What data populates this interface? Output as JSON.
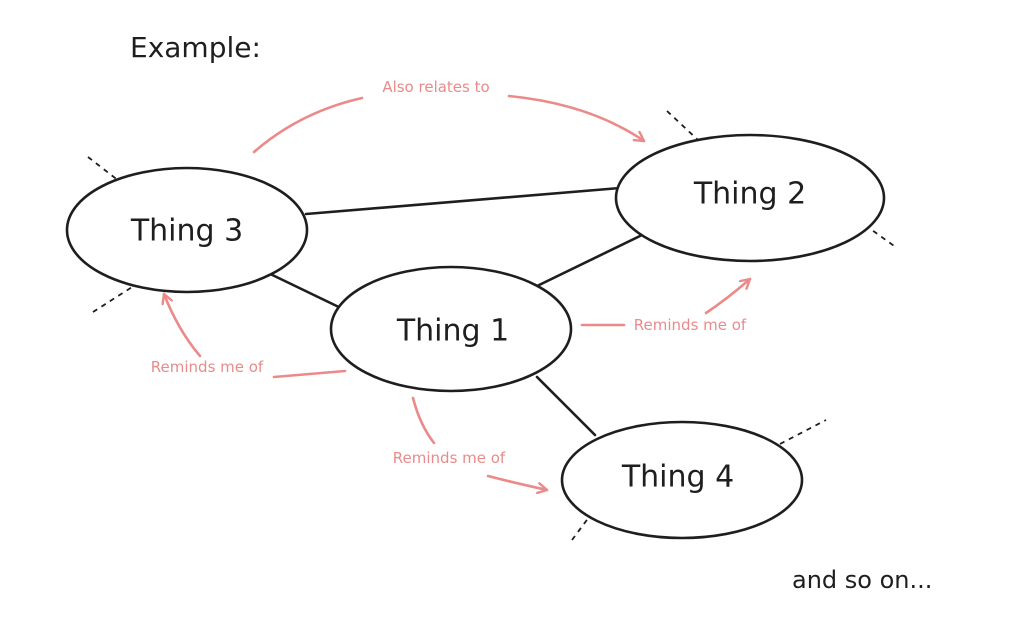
{
  "heading": "Example:",
  "footer": "and so on...",
  "colors": {
    "ink": "#1e1e1e",
    "relation": "#ec8a8a"
  },
  "nodes": [
    {
      "id": "thing1",
      "label": "Thing 1"
    },
    {
      "id": "thing2",
      "label": "Thing 2"
    },
    {
      "id": "thing3",
      "label": "Thing 3"
    },
    {
      "id": "thing4",
      "label": "Thing 4"
    }
  ],
  "connections": [
    [
      "thing3",
      "thing2"
    ],
    [
      "thing3",
      "thing1"
    ],
    [
      "thing1",
      "thing2"
    ],
    [
      "thing1",
      "thing4"
    ]
  ],
  "relations": [
    {
      "from": "thing3",
      "to": "thing2",
      "label": "Also relates to"
    },
    {
      "from": "thing1",
      "to": "thing2",
      "label": "Reminds me of"
    },
    {
      "from": "thing1",
      "to": "thing3",
      "label": "Reminds me of"
    },
    {
      "from": "thing1",
      "to": "thing4",
      "label": "Reminds me of"
    }
  ]
}
